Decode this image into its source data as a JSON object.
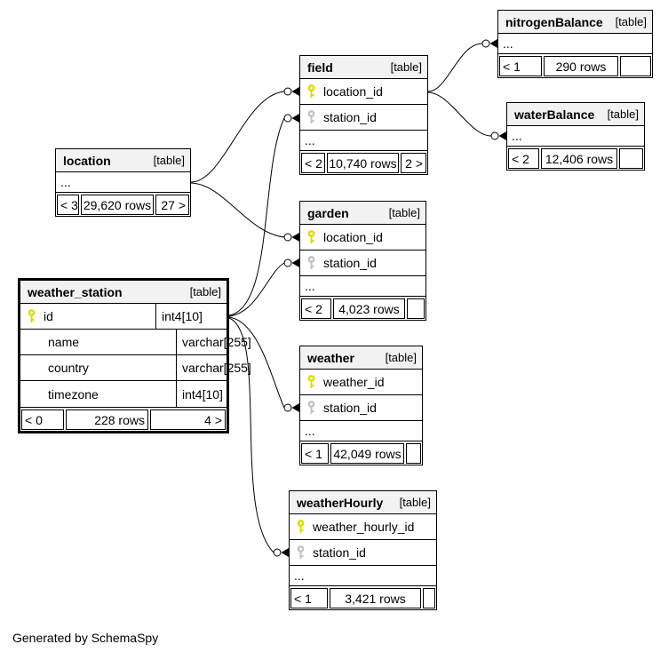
{
  "note": "Generated by SchemaSpy",
  "colors": {
    "pk_key": "#dcdc00",
    "fk_key": "#c3c3c3",
    "header_bg": "#f2f2f2",
    "edge": "#000000"
  },
  "tables": {
    "nitrogenBalance": {
      "name": "nitrogenBalance",
      "tag": "[table]",
      "ellipsis": "...",
      "footer": {
        "left": "< 1",
        "center": "290 rows",
        "right": ""
      }
    },
    "field": {
      "name": "field",
      "tag": "[table]",
      "ellipsis": "...",
      "columns": [
        {
          "name": "location_id",
          "key": "pk"
        },
        {
          "name": "station_id",
          "key": "fk"
        }
      ],
      "footer": {
        "left": "< 2",
        "center": "10,740 rows",
        "right": "2 >"
      }
    },
    "waterBalance": {
      "name": "waterBalance",
      "tag": "[table]",
      "ellipsis": "...",
      "footer": {
        "left": "< 2",
        "center": "12,406 rows",
        "right": ""
      }
    },
    "location": {
      "name": "location",
      "tag": "[table]",
      "ellipsis": "...",
      "footer": {
        "left": "< 3",
        "center": "29,620 rows",
        "right": "27 >"
      }
    },
    "garden": {
      "name": "garden",
      "tag": "[table]",
      "ellipsis": "...",
      "columns": [
        {
          "name": "location_id",
          "key": "pk"
        },
        {
          "name": "station_id",
          "key": "fk"
        }
      ],
      "footer": {
        "left": "< 2",
        "center": "4,023 rows",
        "right": ""
      }
    },
    "weather_station": {
      "name": "weather_station",
      "tag": "[table]",
      "columns": [
        {
          "name": "id",
          "type": "int4[10]",
          "key": "pk"
        },
        {
          "name": "name",
          "type": "varchar[255]",
          "key": ""
        },
        {
          "name": "country",
          "type": "varchar[255]",
          "key": ""
        },
        {
          "name": "timezone",
          "type": "int4[10]",
          "key": ""
        }
      ],
      "footer": {
        "left": "< 0",
        "center": "228 rows",
        "right": "4 >"
      }
    },
    "weather": {
      "name": "weather",
      "tag": "[table]",
      "ellipsis": "...",
      "columns": [
        {
          "name": "weather_id",
          "key": "pk"
        },
        {
          "name": "station_id",
          "key": "fk"
        }
      ],
      "footer": {
        "left": "< 1",
        "center": "42,049 rows",
        "right": ""
      }
    },
    "weatherHourly": {
      "name": "weatherHourly",
      "tag": "[table]",
      "ellipsis": "...",
      "columns": [
        {
          "name": "weather_hourly_id",
          "key": "pk"
        },
        {
          "name": "station_id",
          "key": "fk"
        }
      ],
      "footer": {
        "left": "< 1",
        "center": "3,421 rows",
        "right": ""
      }
    }
  }
}
